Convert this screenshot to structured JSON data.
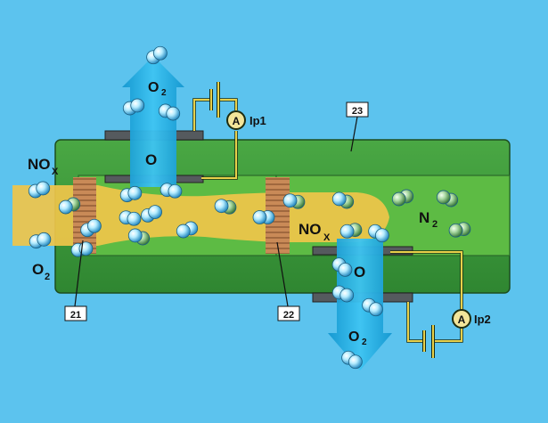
{
  "labels": {
    "nox_in_main": "NO",
    "nox_in_sub": "X",
    "o2_in_main": "O",
    "o2_in_sub": "2",
    "o2_out_top_main": "O",
    "o2_out_top_sub": "2",
    "o_top": "O",
    "nox_mid_main": "NO",
    "nox_mid_sub": "X",
    "n2_main": "N",
    "n2_sub": "2",
    "o_bottom": "O",
    "o2_out_bottom_main": "O",
    "o2_out_bottom_sub": "2",
    "ammeter_symbol_1": "A",
    "ammeter_symbol_2": "A",
    "ip1": "Ip1",
    "ip2": "Ip2",
    "callout_21": "21",
    "callout_22": "22",
    "callout_23": "23"
  },
  "colors": {
    "background": "#5cc3ee",
    "sensor_body": "#3f9b3c",
    "sensor_inner": "#5dbb44",
    "gas_flow": "#f0c64a",
    "arrow": "#1fb3ea",
    "electrode": "#555a5e",
    "diffusion_barrier": "#c98a57",
    "wire": "#e8d04a",
    "oxygen_molecule": "#8fe0fb",
    "nitrogen_molecule": "#9fd39a"
  }
}
